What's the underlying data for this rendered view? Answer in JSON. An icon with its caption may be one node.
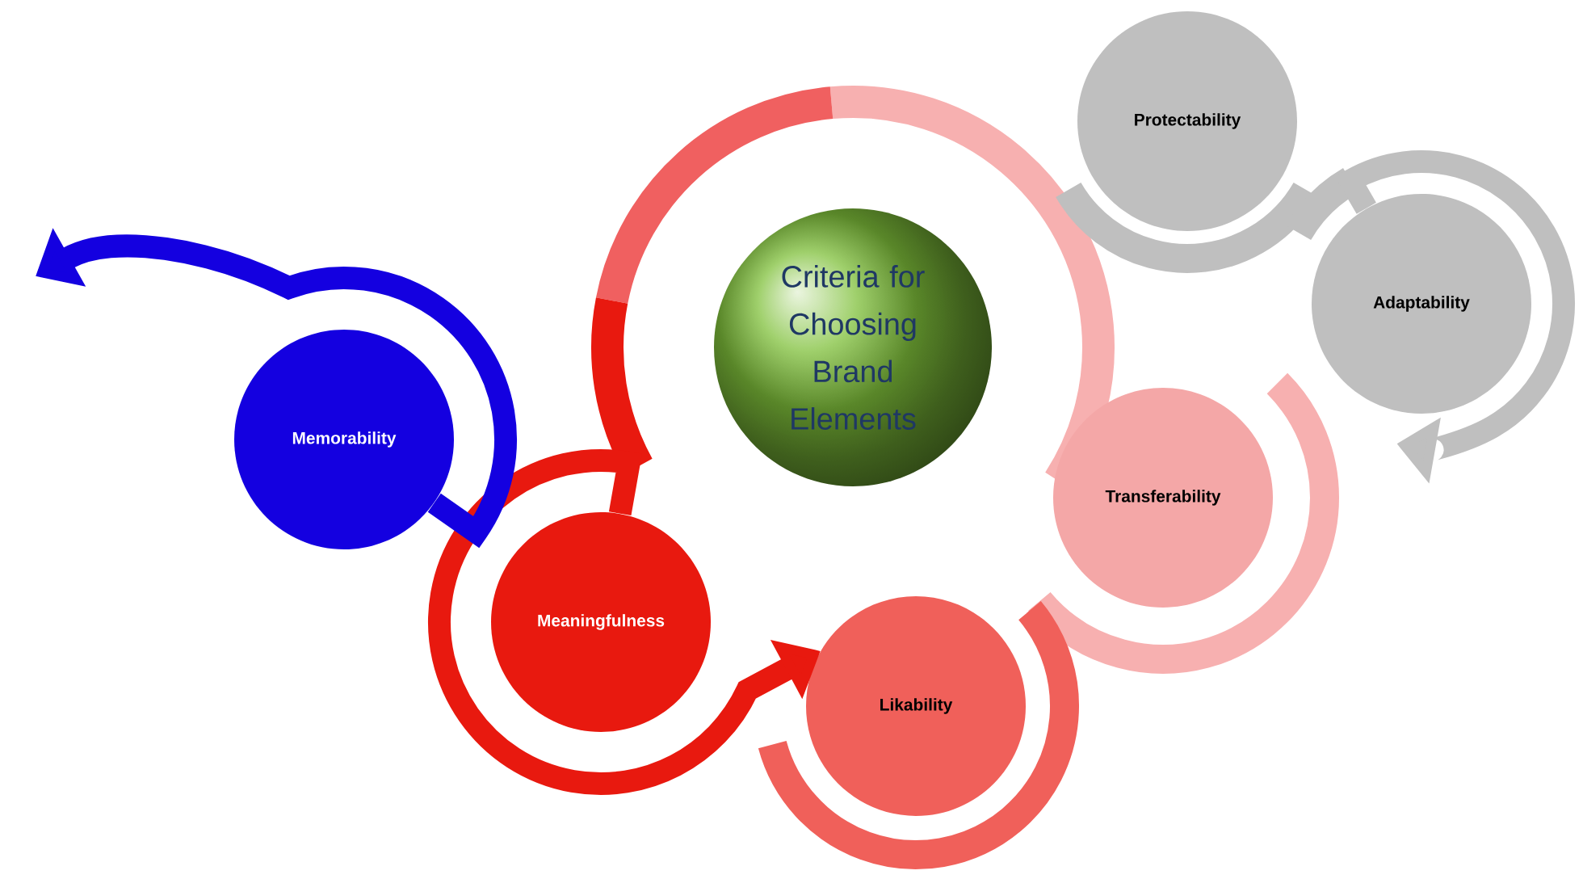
{
  "diagram": {
    "nodes": [
      {
        "text": [
          "Criteria for Choosing Brand Elements"
        ]
      },
      {
        "text": [
          "Protectability"
        ]
      },
      {
        "text": [
          "Adaptability"
        ]
      },
      {
        "text": [
          "Transferability"
        ]
      },
      {
        "text": [
          "Likability"
        ]
      },
      {
        "text": [
          "Meaningfulness"
        ]
      },
      {
        "text": [
          "Memorability"
        ]
      }
    ],
    "edges": [
      {
        "from": 2,
        "to": null,
        "arrow": "to",
        "color": "#bfbfbf"
      },
      {
        "from": 5,
        "to": 4,
        "arrow": "to",
        "color": "#e8190f"
      },
      {
        "from": 6,
        "to": null,
        "arrow": "to",
        "color": "#1400e0"
      }
    ]
  }
}
